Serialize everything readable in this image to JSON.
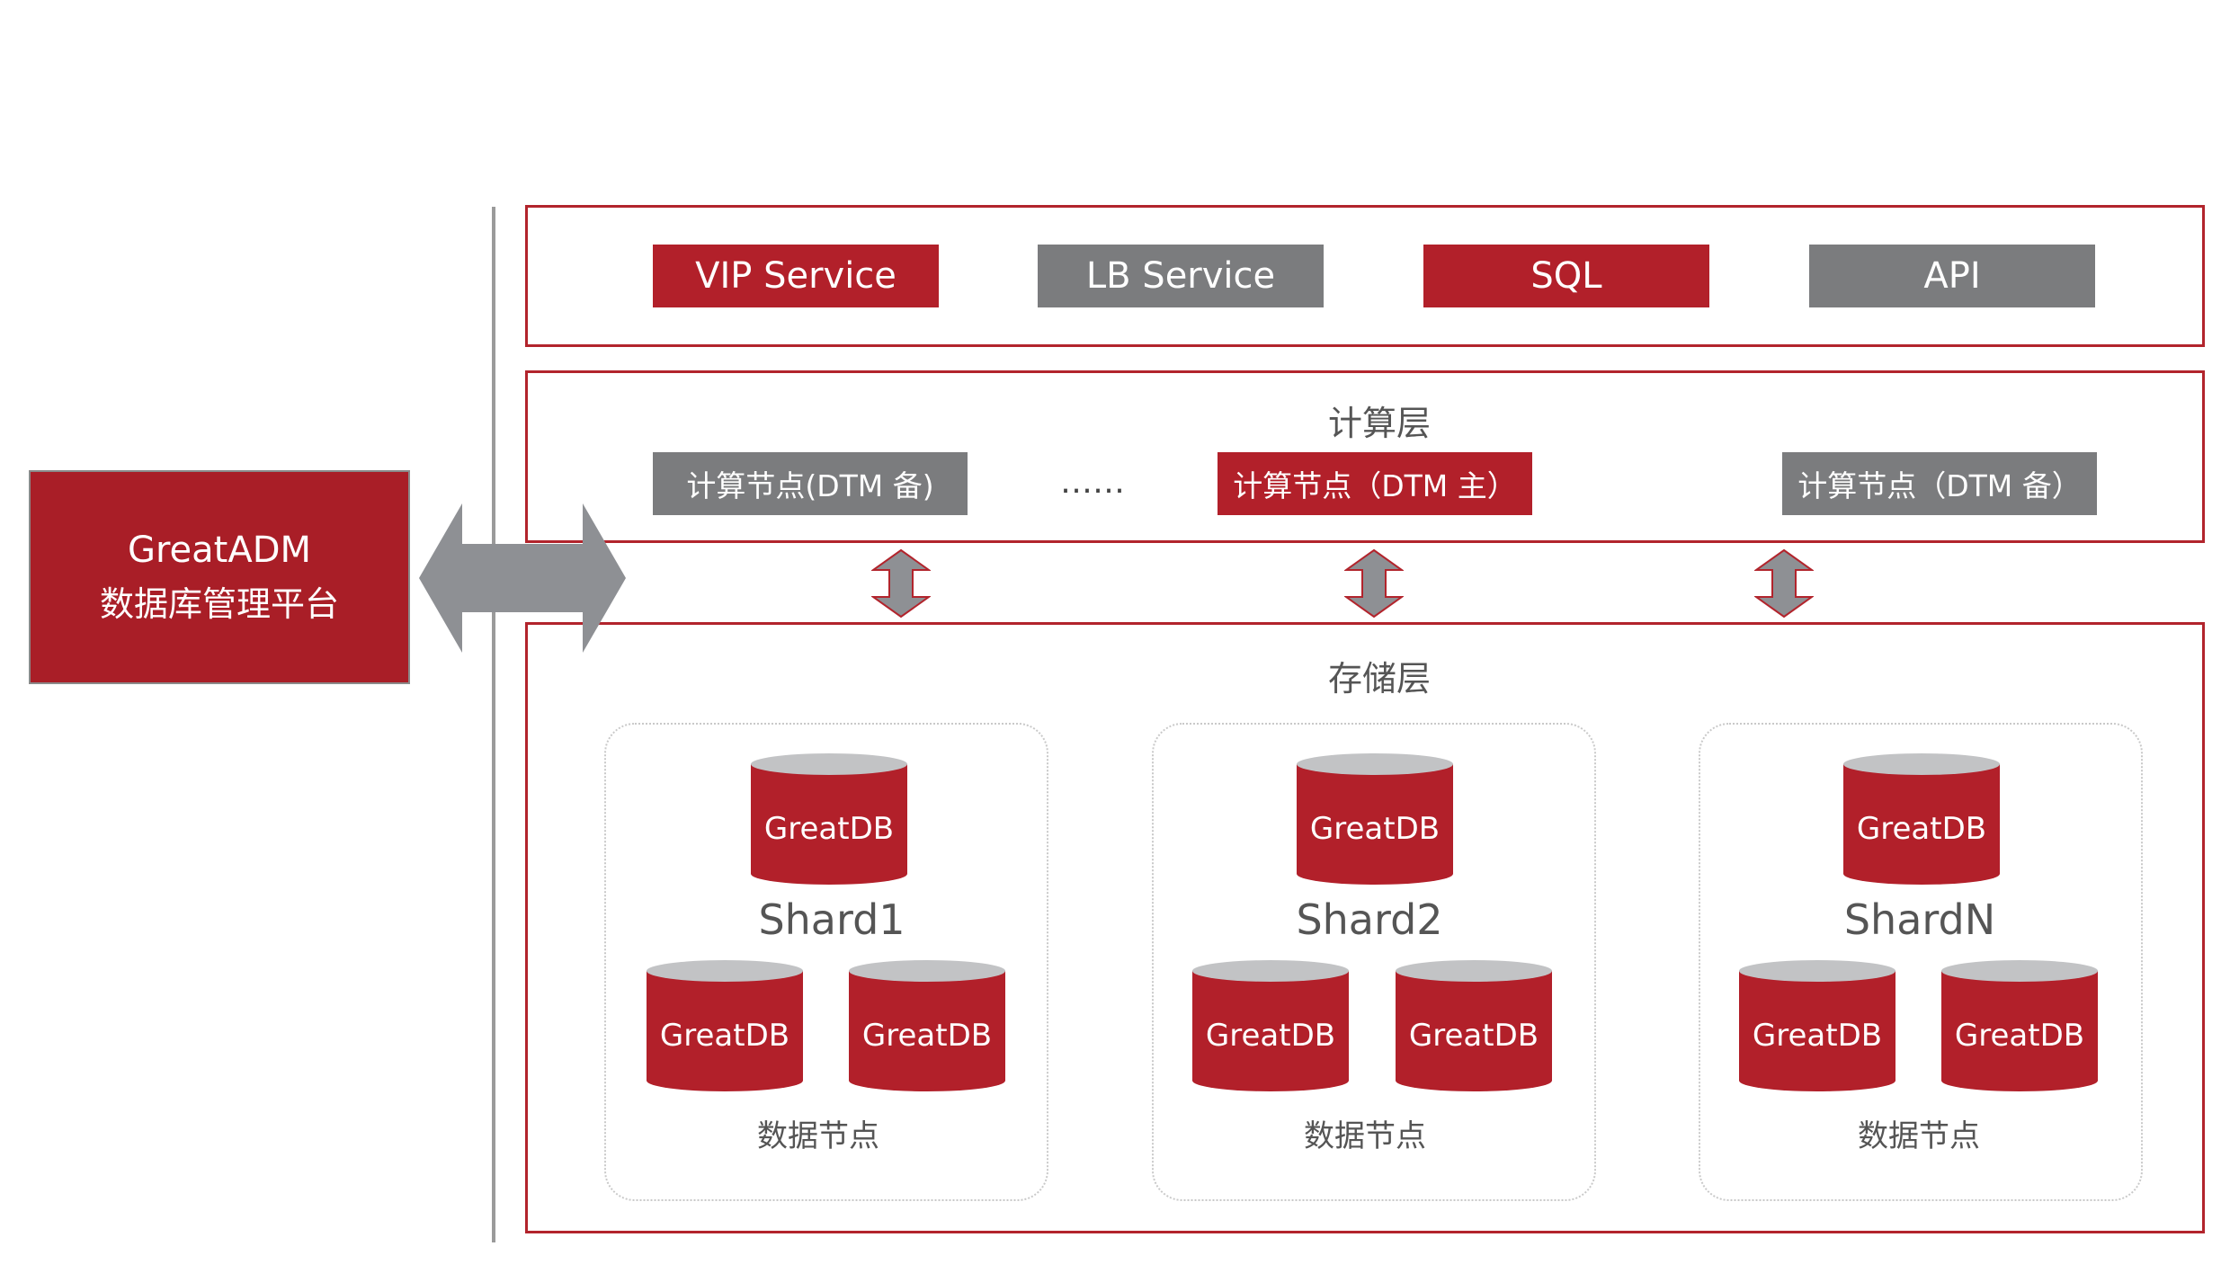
{
  "colors": {
    "accent_red": "#b2202a",
    "gray": "#7b7c7e",
    "frame_red": "#b2242c"
  },
  "mgmt": {
    "line1": "GreatADM",
    "line2": "数据库管理平台"
  },
  "services": [
    "VIP Service",
    "LB Service",
    "SQL",
    "API"
  ],
  "compute": {
    "title": "计算层",
    "nodes": [
      "计算节点(DTM 备)",
      "计算节点（DTM 主）",
      "计算节点（DTM 备）"
    ],
    "ellipsis": "……"
  },
  "storage": {
    "title": "存储层",
    "db_label": "GreatDB",
    "shards": [
      {
        "name": "Shard1",
        "nodes_label": "数据节点"
      },
      {
        "name": "Shard2",
        "nodes_label": "数据节点"
      },
      {
        "name": "ShardN",
        "nodes_label": "数据节点"
      }
    ]
  }
}
